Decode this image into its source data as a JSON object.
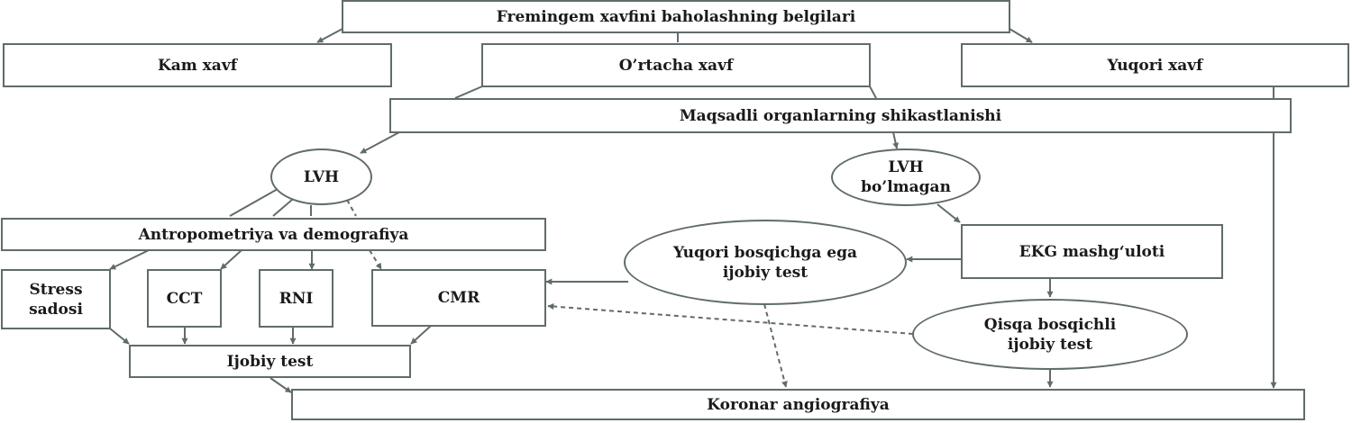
{
  "colors": {
    "stroke": "#616b6b",
    "text": "#1a1a1a",
    "background": "#ffffff"
  },
  "nodes": {
    "root": "Fremingem xavfini baholashning belgilari",
    "low_risk": "Kam xavf",
    "medium_risk": "O’rtacha xavf",
    "high_risk": "Yuqori xavf",
    "target_organ": "Maqsadli organlarning shikastlanishi",
    "lvh": "LVH",
    "no_lvh": "LVH\nbo’lmagan",
    "anthropometry": "Antropometriya va demografiya",
    "stress": "Stress\nsadosi",
    "cct": "CCT",
    "rni": "RNI",
    "cmr": "CMR",
    "positive_test": "Ijobiy test",
    "high_stage": "Yuqori bosqichga ega\nijobiy test",
    "ekg": "EKG mashg‘uloti",
    "short_stage": "Qisqa bosqichli\nijobiy test",
    "angio": "Koronar angiografiya"
  }
}
